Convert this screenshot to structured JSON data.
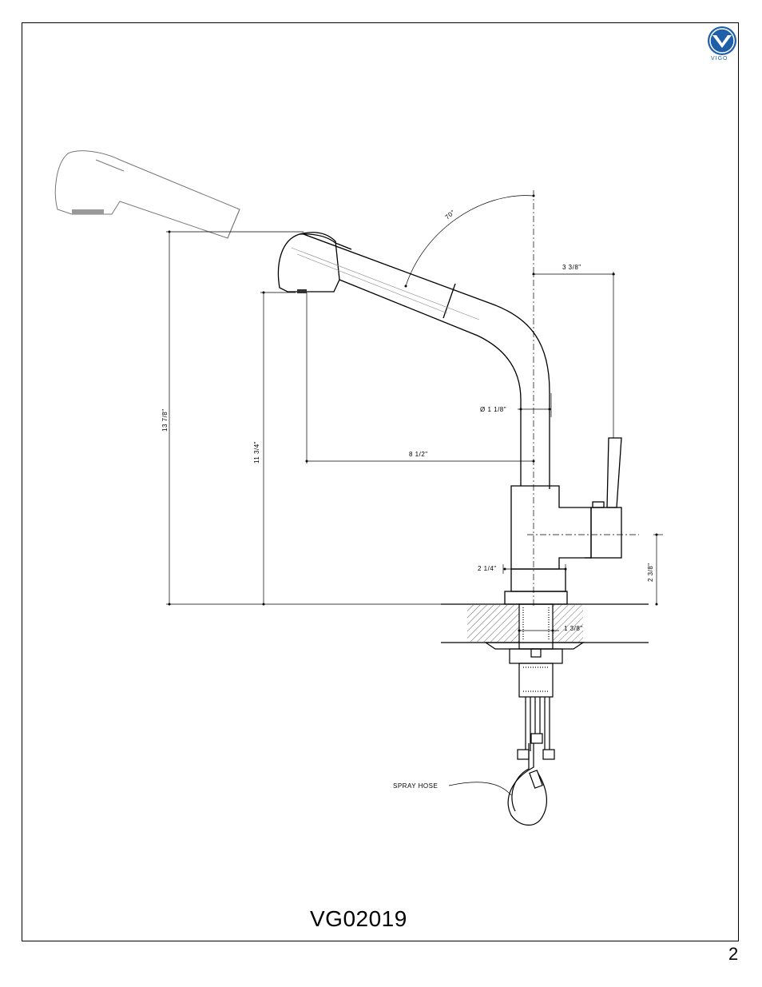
{
  "brand": {
    "name": "VIGO",
    "color": "#1f5fa8"
  },
  "dimensions": {
    "angle": "70°",
    "reach_offset": "3 3/8\"",
    "spout_diameter": "Ø 1 1/8\"",
    "spout_reach": "8 1/2\"",
    "overall_height": "13 7/8\"",
    "spout_height": "11 3/4\"",
    "base_width": "2 1/4\"",
    "handle_height": "2 3/8\"",
    "shank_diameter": "1 3/8\""
  },
  "labels": {
    "spray_hose": "SPRAY HOSE"
  },
  "model_number": "VG02019",
  "page_number": "2"
}
